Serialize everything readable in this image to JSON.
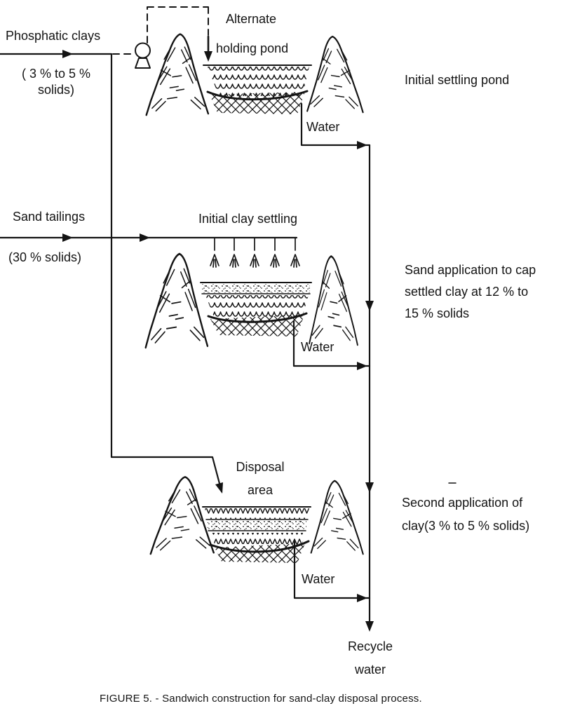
{
  "colors": {
    "ink": "#141414",
    "paper": "#ffffff"
  },
  "caption": "FIGURE 5. - Sandwich construction for sand-clay disposal process.",
  "feeds": {
    "phosphatic_clays": {
      "label": "Phosphatic clays",
      "note_line1": "( 3 % to 5 %",
      "note_line2": "solids)"
    },
    "sand_tailings": {
      "label": "Sand tailings",
      "note": "(30 % solids)"
    }
  },
  "stage1": {
    "pond_annotation_line1": "Alternate",
    "pond_annotation_line2": "holding pond",
    "description": "Initial settling pond",
    "water_label": "Water"
  },
  "stage2": {
    "pond_annotation": "Initial clay settling",
    "description_line1": "Sand application to cap",
    "description_line2": "settled clay at 12 % to",
    "description_line3": "15 % solids",
    "water_label": "Water"
  },
  "stage3": {
    "pond_annotation_line1": "Disposal",
    "pond_annotation_line2": "area",
    "description_line1": "Second application of",
    "description_line2": "clay(3 % to 5 % solids)",
    "water_label": "Water"
  },
  "output": {
    "label_line1": "Recycle",
    "label_line2": "water"
  }
}
